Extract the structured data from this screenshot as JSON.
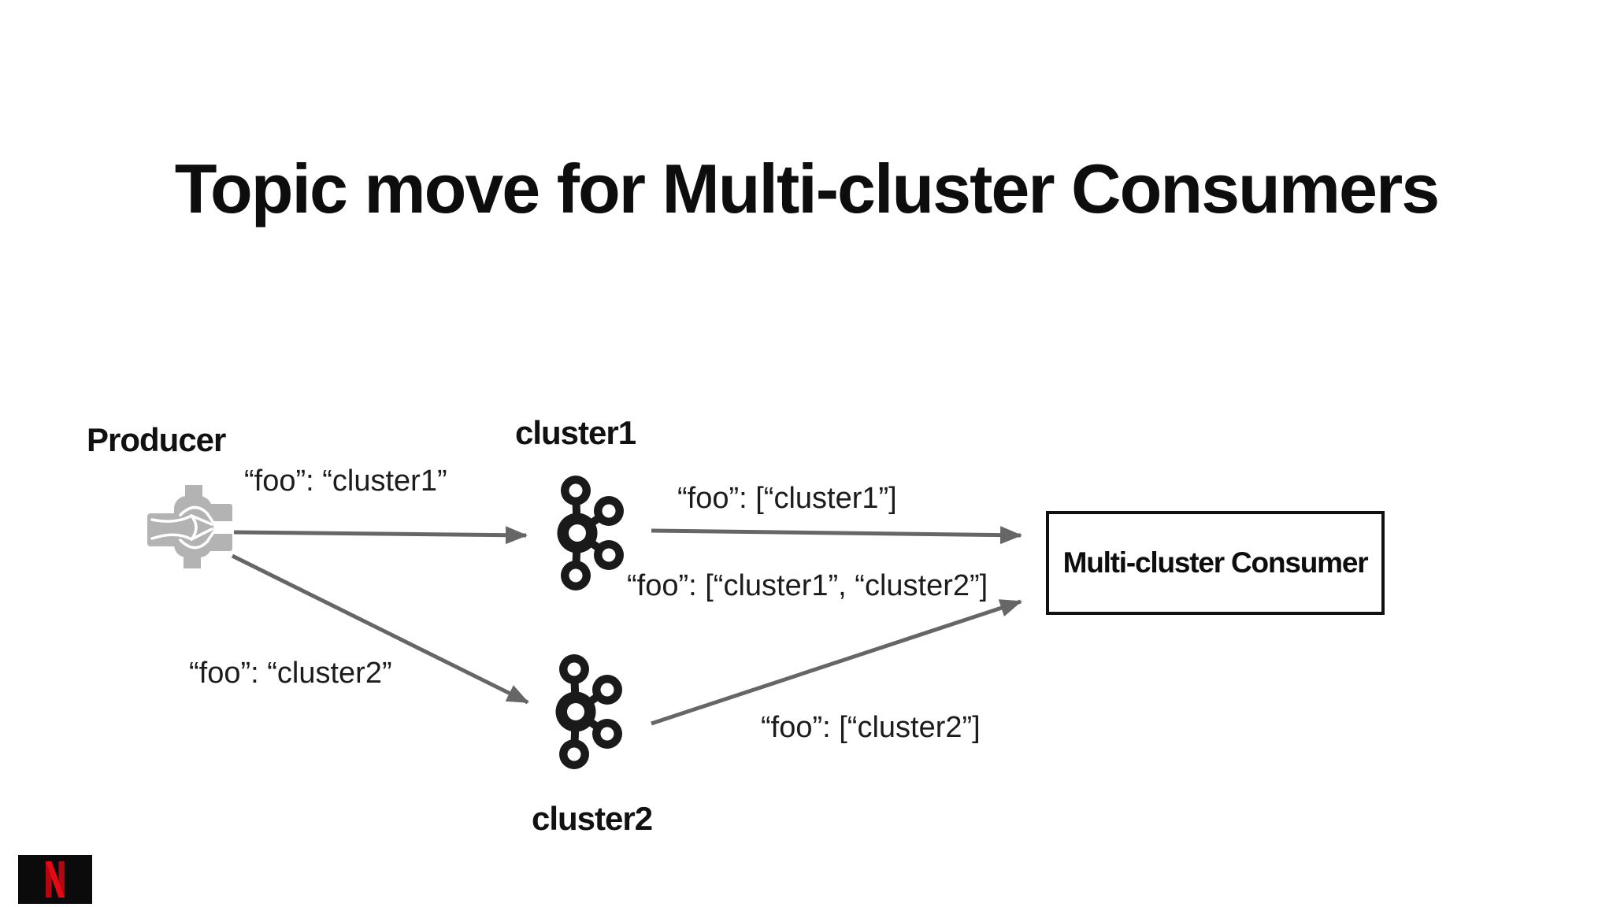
{
  "title": "Topic move for Multi-cluster Consumers",
  "nodes": {
    "producer": {
      "label": "Producer",
      "icon": "producer-icon"
    },
    "cluster1": {
      "label": "cluster1",
      "icon": "kafka-cluster-icon"
    },
    "cluster2": {
      "label": "cluster2",
      "icon": "kafka-cluster-icon"
    },
    "consumer": {
      "label": "Multi-cluster Consumer"
    }
  },
  "edges": [
    {
      "from": "producer",
      "to": "cluster1",
      "label": "“foo”: “cluster1”"
    },
    {
      "from": "producer",
      "to": "cluster2",
      "label": "“foo”: “cluster2”"
    },
    {
      "from": "cluster1",
      "to": "consumer",
      "label": "“foo”: [“cluster1”]"
    },
    {
      "from": "cluster1",
      "to": "consumer",
      "label": "“foo”: [“cluster1”, “cluster2”]"
    },
    {
      "from": "cluster2",
      "to": "consumer",
      "label": "“foo”: [“cluster2”]"
    }
  ],
  "branding": {
    "logo": "netflix-n-logo"
  },
  "colors": {
    "background": "#ffffff",
    "text": "#0d0d0d",
    "arrow": "#666666",
    "producer_icon": "#b3b3b3",
    "kafka_icon": "#1a1a1a",
    "box_border": "#111111",
    "netflix_red": "#e50914",
    "netflix_dark_red": "#b20710",
    "netflix_bg": "#0b0b0c"
  }
}
